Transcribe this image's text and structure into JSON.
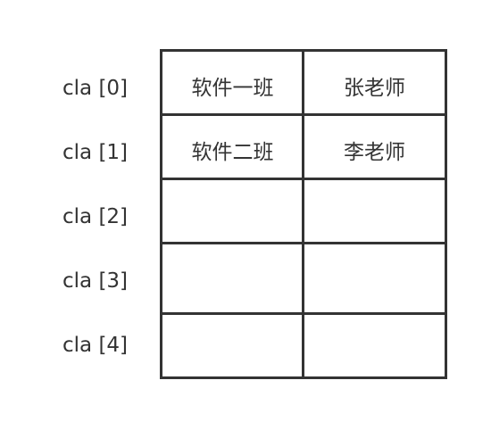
{
  "rows": [
    {
      "label": "cla [0]",
      "class_name": "软件一班",
      "teacher": "张老师"
    },
    {
      "label": "cla [1]",
      "class_name": "软件二班",
      "teacher": "李老师"
    },
    {
      "label": "cla [2]",
      "class_name": "",
      "teacher": ""
    },
    {
      "label": "cla [3]",
      "class_name": "",
      "teacher": ""
    },
    {
      "label": "cla [4]",
      "class_name": "",
      "teacher": ""
    }
  ]
}
